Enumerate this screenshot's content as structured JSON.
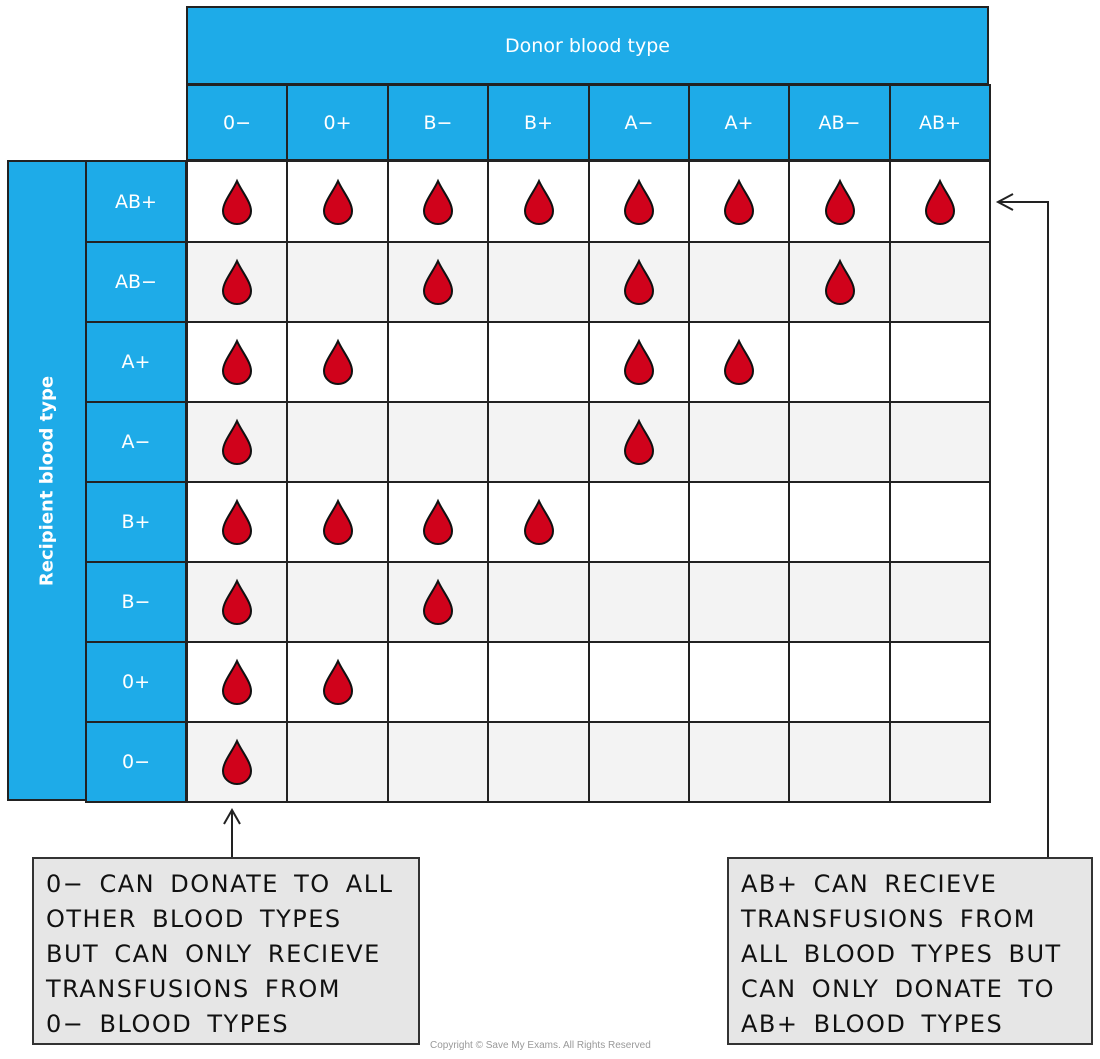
{
  "diagram": {
    "donor_header": "Donor blood type",
    "recipient_header": "Recipient blood type",
    "donor_types": [
      "0−",
      "0+",
      "B−",
      "B+",
      "A−",
      "A+",
      "AB−",
      "AB+"
    ],
    "recipient_types": [
      "AB+",
      "AB−",
      "A+",
      "A−",
      "B+",
      "B−",
      "0+",
      "0−"
    ],
    "compatibility": [
      [
        1,
        1,
        1,
        1,
        1,
        1,
        1,
        1
      ],
      [
        1,
        0,
        1,
        0,
        1,
        0,
        1,
        0
      ],
      [
        1,
        1,
        0,
        0,
        1,
        1,
        0,
        0
      ],
      [
        1,
        0,
        0,
        0,
        1,
        0,
        0,
        0
      ],
      [
        1,
        1,
        1,
        1,
        0,
        0,
        0,
        0
      ],
      [
        1,
        0,
        1,
        0,
        0,
        0,
        0,
        0
      ],
      [
        1,
        1,
        0,
        0,
        0,
        0,
        0,
        0
      ],
      [
        1,
        0,
        0,
        0,
        0,
        0,
        0,
        0
      ]
    ],
    "icon": "blood-drop-icon",
    "colors": {
      "header_blue": "#1eabe8",
      "drop_red": "#d0021b",
      "grid_line": "#222222",
      "alt_row": "#f3f3f3",
      "note_bg": "#e6e6e6"
    }
  },
  "notes": {
    "left": {
      "lines": [
        "0− CAN DONATE TO ALL",
        "OTHER BLOOD TYPES",
        "BUT CAN ONLY RECIEVE",
        "TRANSFUSIONS FROM",
        "0− BLOOD TYPES"
      ]
    },
    "right": {
      "lines": [
        "AB+ CAN RECIEVE",
        "TRANSFUSIONS FROM",
        "ALL BLOOD TYPES BUT",
        "CAN ONLY DONATE TO",
        "AB+ BLOOD TYPES"
      ]
    }
  },
  "footer": {
    "copyright": "Copyright © Save My Exams. All Rights Reserved"
  }
}
